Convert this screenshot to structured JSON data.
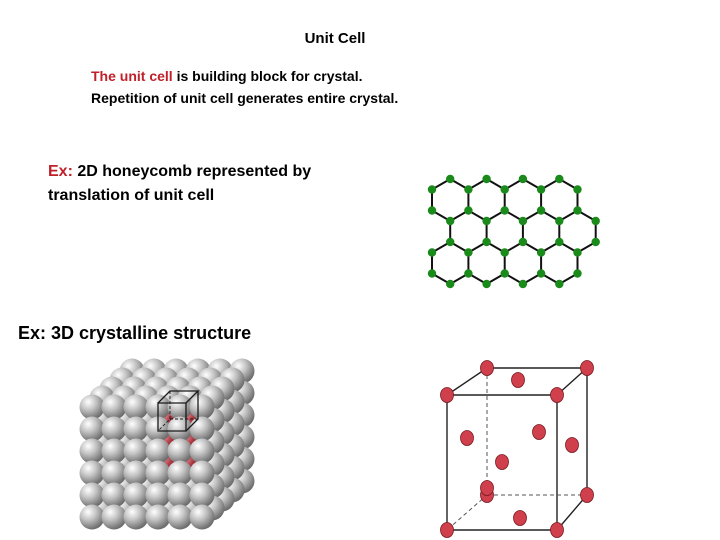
{
  "slide": {
    "title": "Unit Cell",
    "intro": {
      "line1_highlight": "The unit cell",
      "line1_rest": " is building block for crystal.",
      "line2": "Repetition of unit cell generates entire crystal."
    },
    "example_2d": {
      "prefix": "Ex:",
      "text": " 2D honeycomb represented by translation of unit cell"
    },
    "example_3d": {
      "text": "Ex: 3D crystalline structure"
    }
  },
  "colors": {
    "highlight": "#c0202a",
    "honeycomb_edge": "#111111",
    "honeycomb_atom": "#1a8a1a",
    "sphere_grey": "#b9b9b9",
    "sphere_red": "#a8323c",
    "cell_atom": "#d0404c"
  },
  "icons": [
    "honeycomb-lattice",
    "sphere-packing",
    "fcc-unit-cell"
  ]
}
